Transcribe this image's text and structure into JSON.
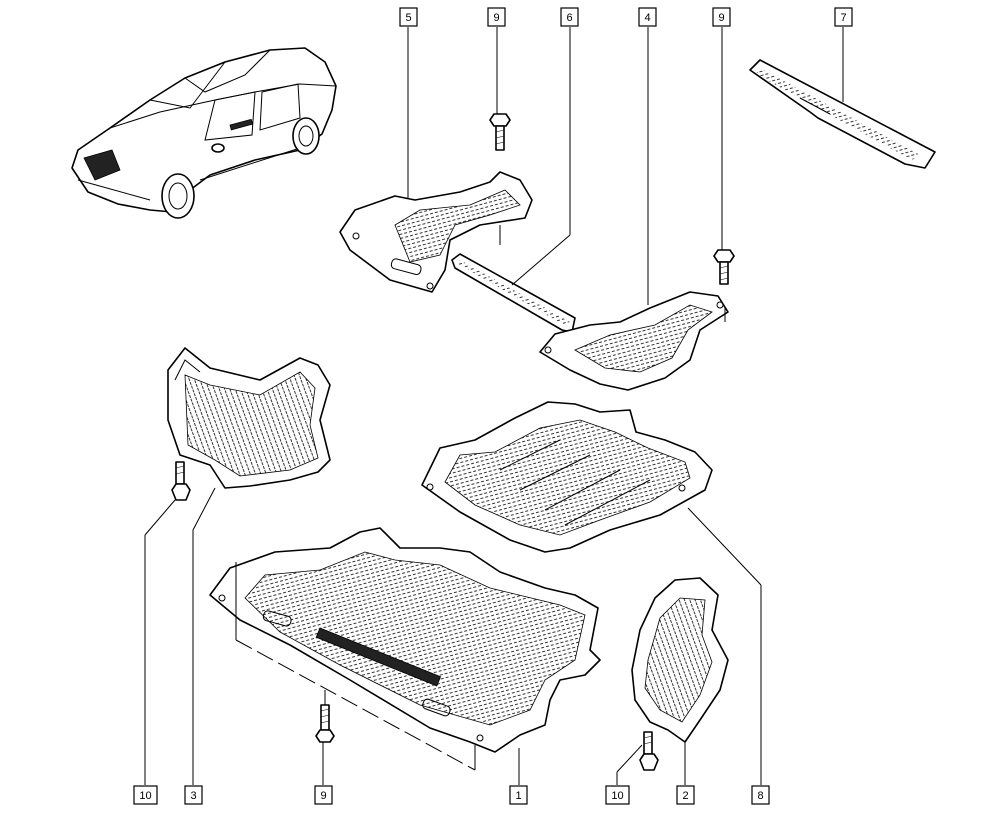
{
  "diagram": {
    "callouts": {
      "c5": "5",
      "c9a": "9",
      "c6": "6",
      "c4": "4",
      "c9b": "9",
      "c7": "7",
      "c10a": "10",
      "c3": "3",
      "c9c": "9",
      "c1": "1",
      "c10b": "10",
      "c2": "2",
      "c8": "8"
    }
  }
}
